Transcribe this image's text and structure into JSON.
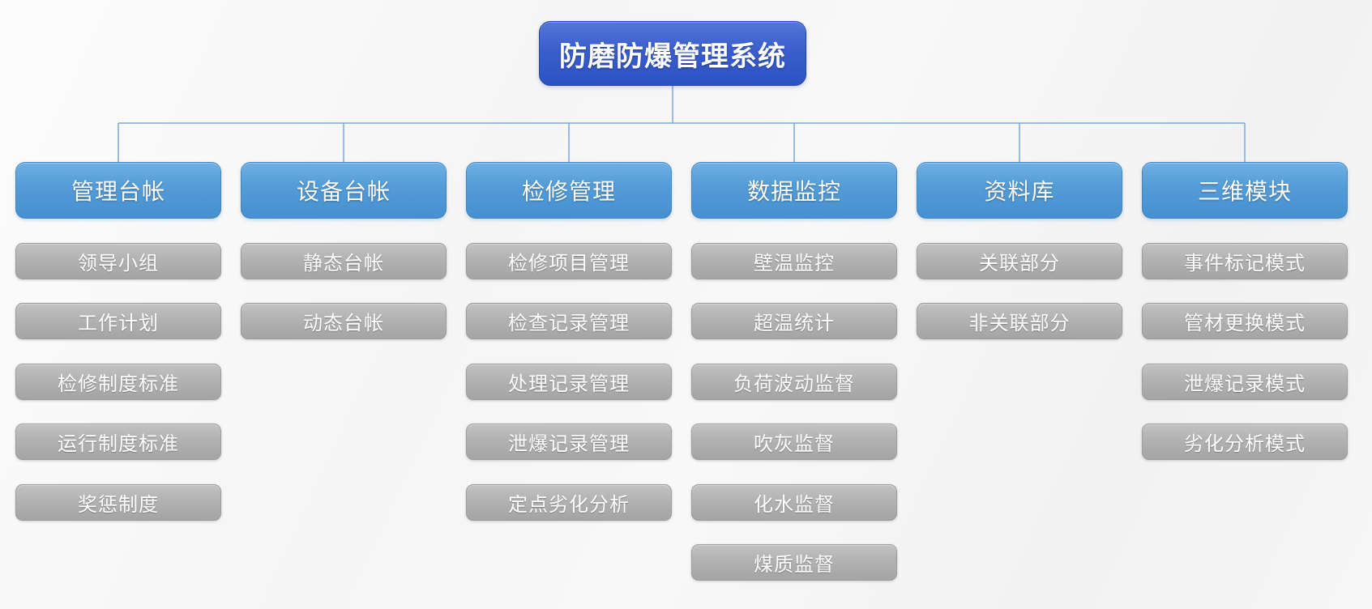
{
  "diagram": {
    "root": {
      "label": "防磨防爆管理系统"
    },
    "columns": [
      {
        "label": "管理台帐",
        "children": [
          "领导小组",
          "工作计划",
          "检修制度标准",
          "运行制度标准",
          "奖惩制度"
        ]
      },
      {
        "label": "设备台帐",
        "children": [
          "静态台帐",
          "动态台帐"
        ]
      },
      {
        "label": "检修管理",
        "children": [
          "检修项目管理",
          "检查记录管理",
          "处理记录管理",
          "泄爆记录管理",
          "定点劣化分析"
        ]
      },
      {
        "label": "数据监控",
        "children": [
          "壁温监控",
          "超温统计",
          "负荷波动监督",
          "吹灰监督",
          "化水监督",
          "煤质监督"
        ]
      },
      {
        "label": "资料库",
        "children": [
          "关联部分",
          "非关联部分"
        ]
      },
      {
        "label": "三维模块",
        "children": [
          "事件标记模式",
          "管材更换模式",
          "泄爆记录模式",
          "劣化分析模式"
        ]
      }
    ],
    "colors": {
      "root_gradient_top": "#5376d8",
      "root_gradient_bottom": "#2c51c2",
      "category_gradient_top": "#6fb0e2",
      "category_gradient_bottom": "#4690d0",
      "child_gradient_top": "#c2c2c2",
      "child_gradient_bottom": "#a4a4a4",
      "connector": "#7aa9d8",
      "text": "#ffffff",
      "background": "#f5f5f5"
    }
  }
}
